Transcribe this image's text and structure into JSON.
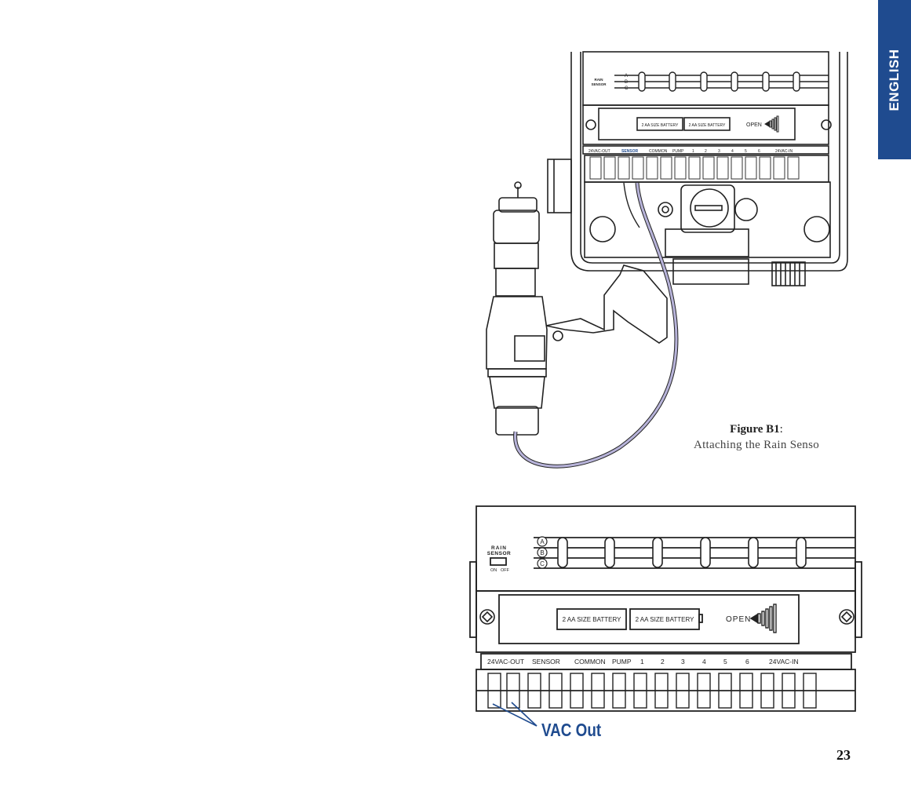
{
  "side_tab": {
    "label": "ENGLISH",
    "color": "#1f4b8f"
  },
  "figure_b1": {
    "title": "Figure B1",
    "title_suffix": ":",
    "subtitle": "Attaching the Rain Senso"
  },
  "controller": {
    "rain_sensor_line1": "RAIN",
    "rain_sensor_line2": "SENSOR",
    "on_label": "ON",
    "off_label": "OFF",
    "row_a": "A",
    "row_b": "B",
    "row_c": "C",
    "battery_label": "2 AA SIZE BATTERY",
    "open_label": "OPEN",
    "terminals": [
      "24VAC-OUT",
      "SENSOR",
      "COMMON",
      "PUMP",
      "1",
      "2",
      "3",
      "4",
      "5",
      "6",
      "24VAC-IN"
    ],
    "sensor_highlight_color": "#1f4b8f"
  },
  "callout": {
    "label": "VAC Out"
  },
  "page_number": "23"
}
